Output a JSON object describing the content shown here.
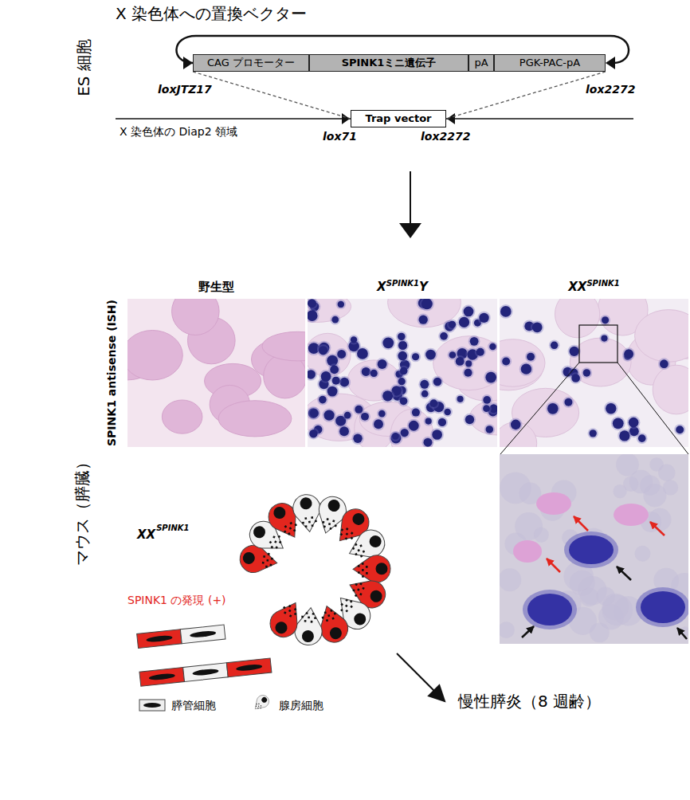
{
  "diagram": {
    "title": "X 染色体への置換ベクター",
    "nodes": [
      {
        "text": [
          "CAG プロモーター"
        ]
      },
      {
        "text": [
          "SPINK1ミニ遺伝子"
        ]
      },
      {
        "text": [
          "pA"
        ]
      },
      {
        "text": [
          "PGK-PAC-pA"
        ]
      },
      {
        "text": [
          "Trap vector"
        ]
      },
      {
        "text": [
          "野生型"
        ]
      },
      {
        "text": [
          "X",
          "SPINK1",
          "Y"
        ]
      },
      {
        "text": [
          "XX",
          "SPINK1"
        ]
      }
    ],
    "edges": [
      {
        "from": 0,
        "to": 4,
        "arrow": "none"
      },
      {
        "from": 3,
        "to": 4,
        "arrow": "none"
      }
    ],
    "labels": [
      "loxJTZ17",
      "lox2272",
      "X 染色体の Diap2 領域",
      "lox71",
      "lox2272",
      "ES 細胞",
      "SPINK1 antisense (ISH)",
      "マウス（膵臓）",
      "XX",
      "SPINK1",
      "SPINK1 の発現 (+)",
      "慢性膵炎（8 週齢）"
    ],
    "legend": [
      {
        "text": "膵管細胞"
      },
      {
        "text": "腺房細胞"
      }
    ]
  }
}
